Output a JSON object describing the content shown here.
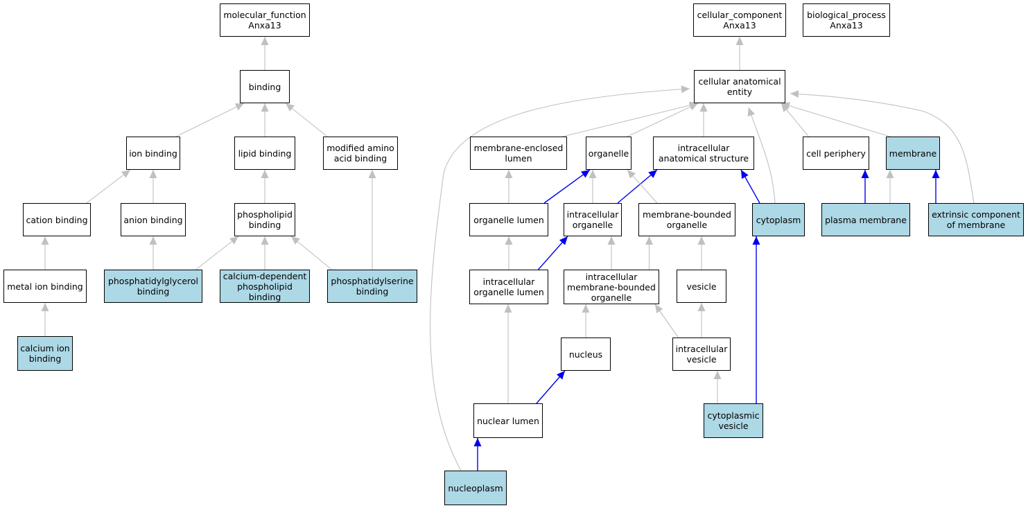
{
  "colors": {
    "highlight_fill": "#add8e6",
    "edge_default": "#c0c0c0",
    "edge_highlight": "#0000ee",
    "border": "#000000"
  },
  "nodes": [
    {
      "id": "mf",
      "label": "molecular_function\nAnxa13",
      "highlighted": false
    },
    {
      "id": "binding",
      "label": "binding",
      "highlighted": false
    },
    {
      "id": "ionb",
      "label": "ion binding",
      "highlighted": false
    },
    {
      "id": "lipidb",
      "label": "lipid binding",
      "highlighted": false
    },
    {
      "id": "modaa",
      "label": "modified amino\nacid binding",
      "highlighted": false
    },
    {
      "id": "cationb",
      "label": "cation binding",
      "highlighted": false
    },
    {
      "id": "anionb",
      "label": "anion binding",
      "highlighted": false
    },
    {
      "id": "phosb",
      "label": "phospholipid\nbinding",
      "highlighted": false
    },
    {
      "id": "metalb",
      "label": "metal ion binding",
      "highlighted": false
    },
    {
      "id": "pgb",
      "label": "phosphatidylglycerol\nbinding",
      "highlighted": true
    },
    {
      "id": "cadpb",
      "label": "calcium-dependent\nphospholipid\nbinding",
      "highlighted": true
    },
    {
      "id": "psb",
      "label": "phosphatidylserine\nbinding",
      "highlighted": true
    },
    {
      "id": "cab",
      "label": "calcium ion\nbinding",
      "highlighted": true
    },
    {
      "id": "cc",
      "label": "cellular_component\nAnxa13",
      "highlighted": false
    },
    {
      "id": "bp",
      "label": "biological_process\nAnxa13",
      "highlighted": false
    },
    {
      "id": "cae",
      "label": "cellular anatomical\nentity",
      "highlighted": false
    },
    {
      "id": "mel",
      "label": "membrane-enclosed\nlumen",
      "highlighted": false
    },
    {
      "id": "org",
      "label": "organelle",
      "highlighted": false
    },
    {
      "id": "ias",
      "label": "intracellular\nanatomical structure",
      "highlighted": false
    },
    {
      "id": "cp",
      "label": "cell periphery",
      "highlighted": false
    },
    {
      "id": "mem",
      "label": "membrane",
      "highlighted": true
    },
    {
      "id": "orgl",
      "label": "organelle lumen",
      "highlighted": false
    },
    {
      "id": "io",
      "label": "intracellular\norganelle",
      "highlighted": false
    },
    {
      "id": "mbo",
      "label": "membrane-bounded\norganelle",
      "highlighted": false
    },
    {
      "id": "cyto",
      "label": "cytoplasm",
      "highlighted": true
    },
    {
      "id": "pm",
      "label": "plasma membrane",
      "highlighted": true
    },
    {
      "id": "ecm",
      "label": "extrinsic component\nof membrane",
      "highlighted": true
    },
    {
      "id": "iol",
      "label": "intracellular\norganelle lumen",
      "highlighted": false
    },
    {
      "id": "imbo",
      "label": "intracellular\nmembrane-bounded\norganelle",
      "highlighted": false
    },
    {
      "id": "ves",
      "label": "vesicle",
      "highlighted": false
    },
    {
      "id": "nuc",
      "label": "nucleus",
      "highlighted": false
    },
    {
      "id": "iv",
      "label": "intracellular\nvesicle",
      "highlighted": false
    },
    {
      "id": "nl",
      "label": "nuclear lumen",
      "highlighted": false
    },
    {
      "id": "cv",
      "label": "cytoplasmic\nvesicle",
      "highlighted": true
    },
    {
      "id": "np",
      "label": "nucleoplasm",
      "highlighted": true
    }
  ],
  "edges": [
    {
      "from": "binding",
      "to": "mf",
      "highlighted": false
    },
    {
      "from": "ionb",
      "to": "binding",
      "highlighted": false
    },
    {
      "from": "lipidb",
      "to": "binding",
      "highlighted": false
    },
    {
      "from": "modaa",
      "to": "binding",
      "highlighted": false
    },
    {
      "from": "cationb",
      "to": "ionb",
      "highlighted": false
    },
    {
      "from": "anionb",
      "to": "ionb",
      "highlighted": false
    },
    {
      "from": "phosb",
      "to": "lipidb",
      "highlighted": false
    },
    {
      "from": "metalb",
      "to": "cationb",
      "highlighted": false
    },
    {
      "from": "pgb",
      "to": "anionb",
      "highlighted": false
    },
    {
      "from": "pgb",
      "to": "phosb",
      "highlighted": false
    },
    {
      "from": "cadpb",
      "to": "phosb",
      "highlighted": false
    },
    {
      "from": "psb",
      "to": "phosb",
      "highlighted": false
    },
    {
      "from": "psb",
      "to": "modaa",
      "highlighted": false
    },
    {
      "from": "cab",
      "to": "metalb",
      "highlighted": false
    },
    {
      "from": "cae",
      "to": "cc",
      "highlighted": false
    },
    {
      "from": "mel",
      "to": "cae",
      "highlighted": false
    },
    {
      "from": "org",
      "to": "cae",
      "highlighted": false
    },
    {
      "from": "ias",
      "to": "cae",
      "highlighted": false
    },
    {
      "from": "cyto",
      "to": "cae",
      "highlighted": false
    },
    {
      "from": "cp",
      "to": "cae",
      "highlighted": false
    },
    {
      "from": "mem",
      "to": "cae",
      "highlighted": false
    },
    {
      "from": "ecm",
      "to": "cae",
      "highlighted": false
    },
    {
      "from": "np",
      "to": "cae",
      "highlighted": false
    },
    {
      "from": "orgl",
      "to": "mel",
      "highlighted": false
    },
    {
      "from": "orgl",
      "to": "org",
      "highlighted": true
    },
    {
      "from": "io",
      "to": "org",
      "highlighted": false
    },
    {
      "from": "io",
      "to": "ias",
      "highlighted": true
    },
    {
      "from": "mbo",
      "to": "org",
      "highlighted": false
    },
    {
      "from": "cyto",
      "to": "ias",
      "highlighted": true
    },
    {
      "from": "pm",
      "to": "cp",
      "highlighted": true
    },
    {
      "from": "pm",
      "to": "mem",
      "highlighted": false
    },
    {
      "from": "ecm",
      "to": "mem",
      "highlighted": true
    },
    {
      "from": "iol",
      "to": "orgl",
      "highlighted": false
    },
    {
      "from": "iol",
      "to": "io",
      "highlighted": true
    },
    {
      "from": "imbo",
      "to": "io",
      "highlighted": false
    },
    {
      "from": "imbo",
      "to": "mbo",
      "highlighted": false
    },
    {
      "from": "ves",
      "to": "mbo",
      "highlighted": false
    },
    {
      "from": "nuc",
      "to": "imbo",
      "highlighted": false
    },
    {
      "from": "iv",
      "to": "imbo",
      "highlighted": false
    },
    {
      "from": "iv",
      "to": "ves",
      "highlighted": false
    },
    {
      "from": "nl",
      "to": "iol",
      "highlighted": false
    },
    {
      "from": "nl",
      "to": "nuc",
      "highlighted": true
    },
    {
      "from": "cv",
      "to": "iv",
      "highlighted": false
    },
    {
      "from": "cv",
      "to": "cyto",
      "highlighted": true
    },
    {
      "from": "np",
      "to": "nl",
      "highlighted": true
    }
  ]
}
